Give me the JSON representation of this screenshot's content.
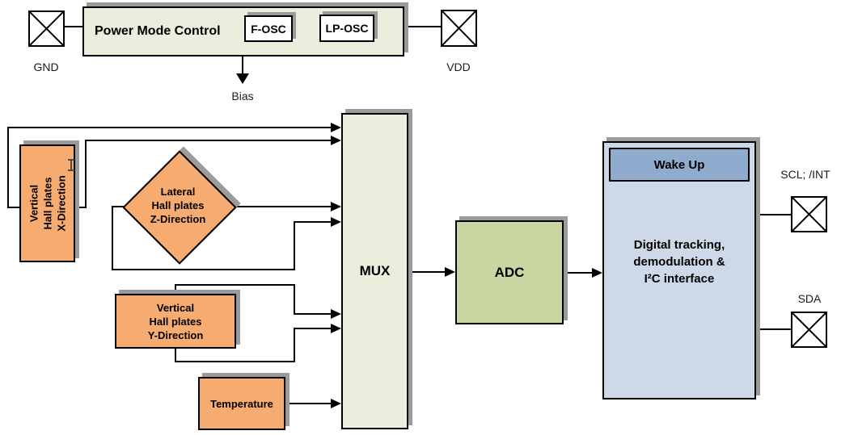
{
  "colors": {
    "block_cream": "#ebeedd",
    "adc_green": "#c8d7a1",
    "hall_orange": "#f6ab71",
    "digital_blue": "#cdd9e8",
    "wakeup_blue": "#8fabce",
    "shadow_grey": "#9b9b9b",
    "wire_black": "#000000"
  },
  "pins": {
    "gnd": "GND",
    "vdd": "VDD",
    "bias": "Bias",
    "scl_int": "SCL; /INT",
    "sda": "SDA"
  },
  "blocks": {
    "power_mode_control": {
      "label": "Power Mode Control"
    },
    "f_osc": {
      "label": "F-OSC"
    },
    "lp_osc": {
      "label": "LP-OSC"
    },
    "hall_x": {
      "lines": [
        "Vertical",
        "Hall plates",
        "X-Direction"
      ]
    },
    "hall_z": {
      "lines": [
        "Lateral",
        "Hall plates",
        "Z-Direction"
      ]
    },
    "hall_y": {
      "lines": [
        "Vertical",
        "Hall plates",
        "Y-Direction"
      ]
    },
    "temperature": {
      "label": "Temperature"
    },
    "mux": {
      "label": "MUX"
    },
    "adc": {
      "label": "ADC"
    },
    "wake_up": {
      "label": "Wake Up"
    },
    "digital_block": {
      "lines": [
        "Digital tracking,",
        "demodulation &",
        "I²C interface"
      ]
    }
  }
}
